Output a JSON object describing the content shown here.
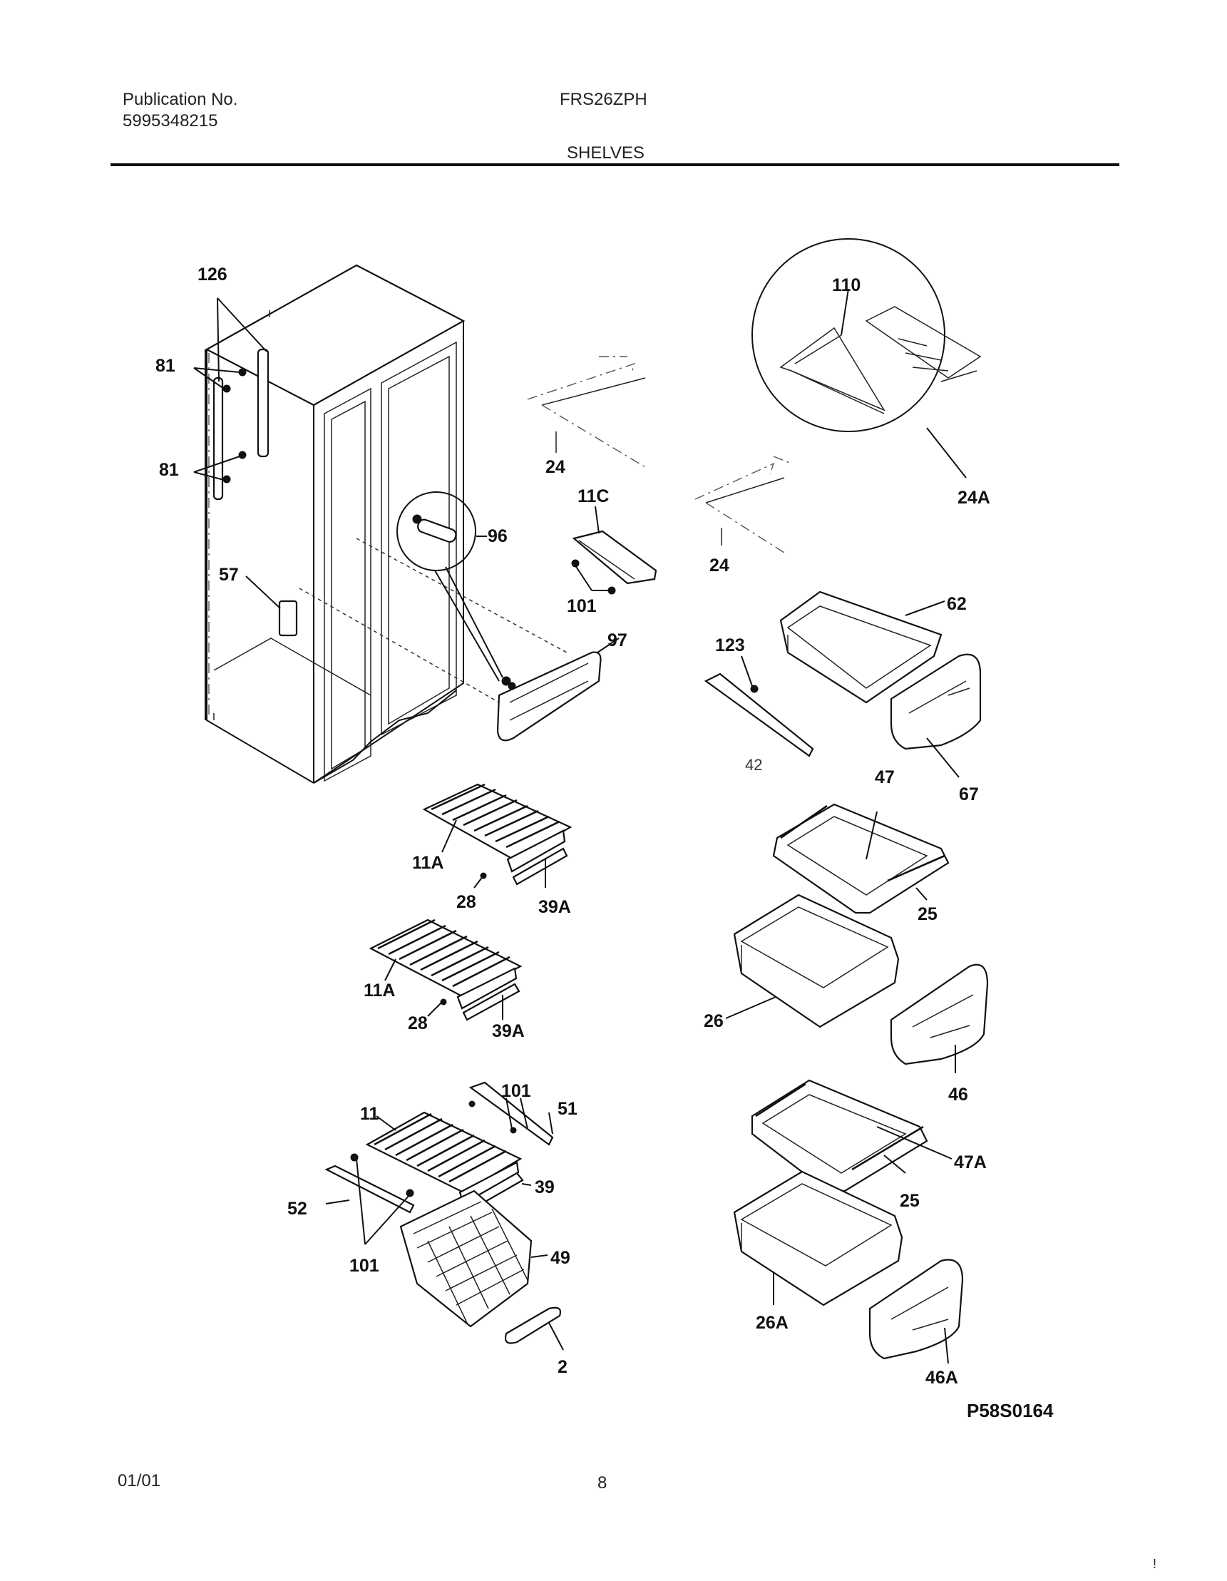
{
  "header": {
    "publication_label": "Publication No.",
    "publication_number": "5995348215",
    "model": "FRS26ZPH",
    "section_title": "SHELVES"
  },
  "callouts": {
    "c126": "126",
    "c81a": "81",
    "c81b": "81",
    "c57": "57",
    "c96": "96",
    "c97": "97",
    "c24a": "24",
    "c24b": "24",
    "c11c": "11C",
    "c101a": "101",
    "c110": "110",
    "c24A": "24A",
    "c62": "62",
    "c123": "123",
    "c42": "42",
    "c67": "67",
    "c47": "47",
    "c25a": "25",
    "c11Aa": "11A",
    "c28a": "28",
    "c39Aa": "39A",
    "c11Ab": "11A",
    "c28b": "28",
    "c39Ab": "39A",
    "c26": "26",
    "c46": "46",
    "c101b": "101",
    "c51": "51",
    "c11": "11",
    "c39": "39",
    "c52": "52",
    "c101c": "101",
    "c49": "49",
    "c2": "2",
    "c47A": "47A",
    "c25b": "25",
    "c26A": "26A",
    "c46A": "46A"
  },
  "figure_id": "P58S0164",
  "footer": {
    "date": "01/01",
    "page": "8",
    "mark": "!"
  }
}
